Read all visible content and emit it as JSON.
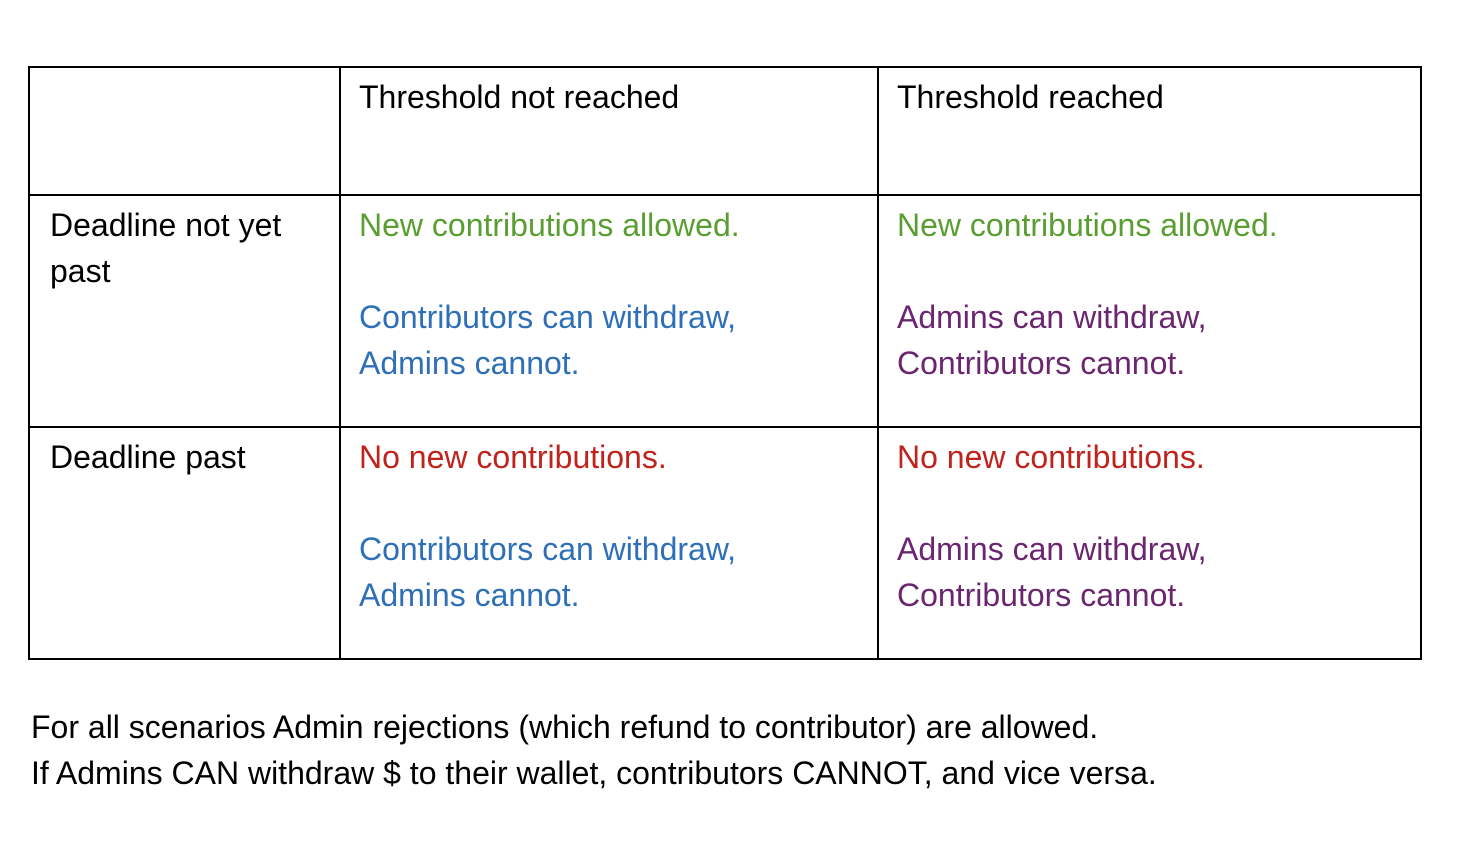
{
  "colors": {
    "green": "#5a9e32",
    "blue": "#2e6fb8",
    "purple": "#6b2670",
    "red": "#c0221c",
    "border": "#000000",
    "text": "#000000"
  },
  "table": {
    "col_headers": [
      "",
      "Threshold not reached",
      "Threshold reached"
    ],
    "rows": [
      {
        "header": "Deadline not yet past",
        "cells": [
          {
            "contribution": "New contributions allowed.",
            "contribution_color": "#5a9e32",
            "withdraw_1": "Contributors can withdraw,",
            "withdraw_2": "Admins cannot.",
            "withdraw_color": "#2e6fb8"
          },
          {
            "contribution": "New contributions allowed.",
            "contribution_color": "#5a9e32",
            "withdraw_1": "Admins can withdraw,",
            "withdraw_2": "Contributors cannot.",
            "withdraw_color": "#6b2670"
          }
        ]
      },
      {
        "header": "Deadline past",
        "cells": [
          {
            "contribution": "No new contributions.",
            "contribution_color": "#c0221c",
            "withdraw_1": "Contributors can withdraw,",
            "withdraw_2": "Admins cannot.",
            "withdraw_color": "#2e6fb8"
          },
          {
            "contribution": "No new contributions.",
            "contribution_color": "#c0221c",
            "withdraw_1": "Admins can withdraw,",
            "withdraw_2": "Contributors cannot.",
            "withdraw_color": "#6b2670"
          }
        ]
      }
    ]
  },
  "footnote": {
    "line1": "For all scenarios Admin rejections (which refund to contributor) are allowed.",
    "line2": "If Admins CAN withdraw $ to their wallet, contributors CANNOT, and vice versa."
  }
}
